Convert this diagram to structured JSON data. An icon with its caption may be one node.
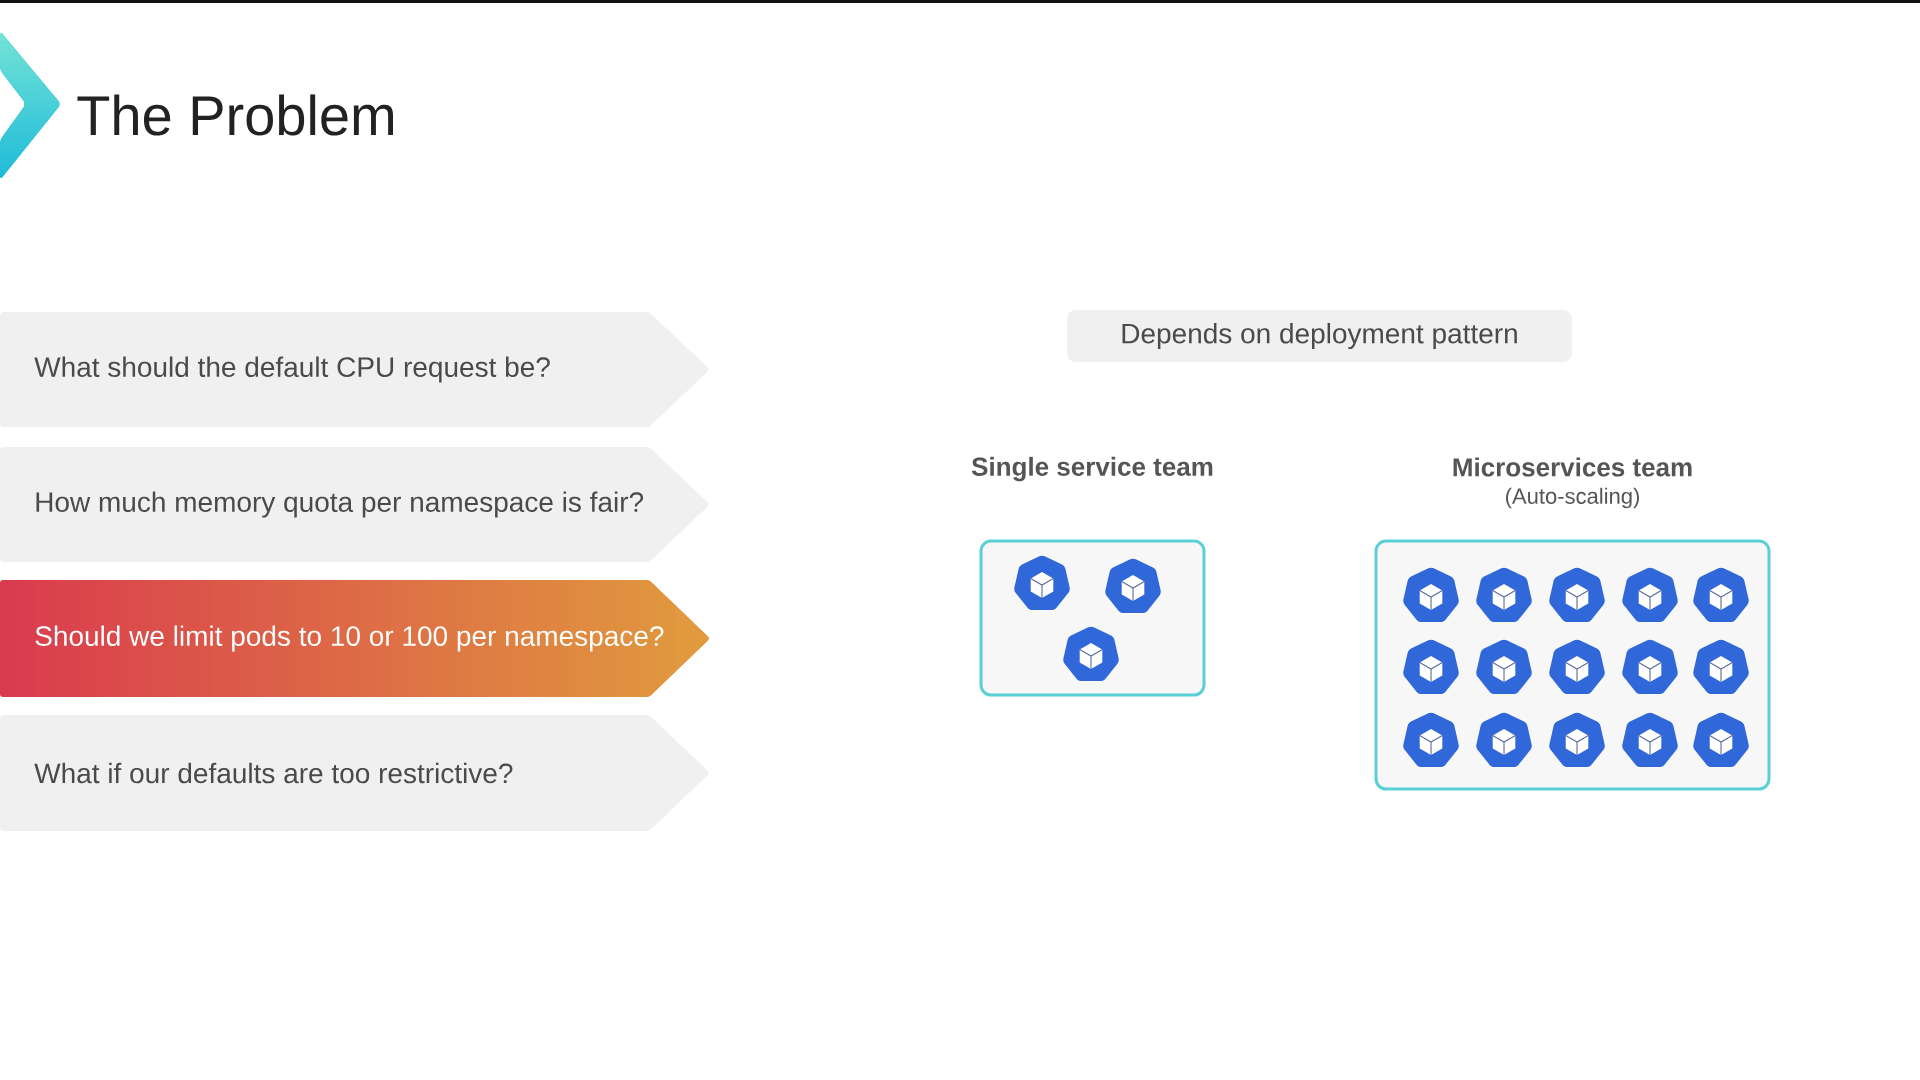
{
  "diagram": {
    "title": "The Problem",
    "nodes": [
      {
        "text": [
          "What should the default CPU request be?"
        ]
      },
      {
        "text": [
          "How much memory quota per namespace is fair?"
        ]
      },
      {
        "text": [
          "Should we limit pods to 10 or 100 per namespace?"
        ]
      },
      {
        "text": [
          "What if our defaults are too restrictive?"
        ]
      },
      {
        "text": [
          "Depends on deployment pattern"
        ]
      },
      {
        "text": [
          "Single service team"
        ]
      },
      {
        "text": [
          "Microservices team",
          "(Auto-scaling)"
        ]
      }
    ]
  }
}
